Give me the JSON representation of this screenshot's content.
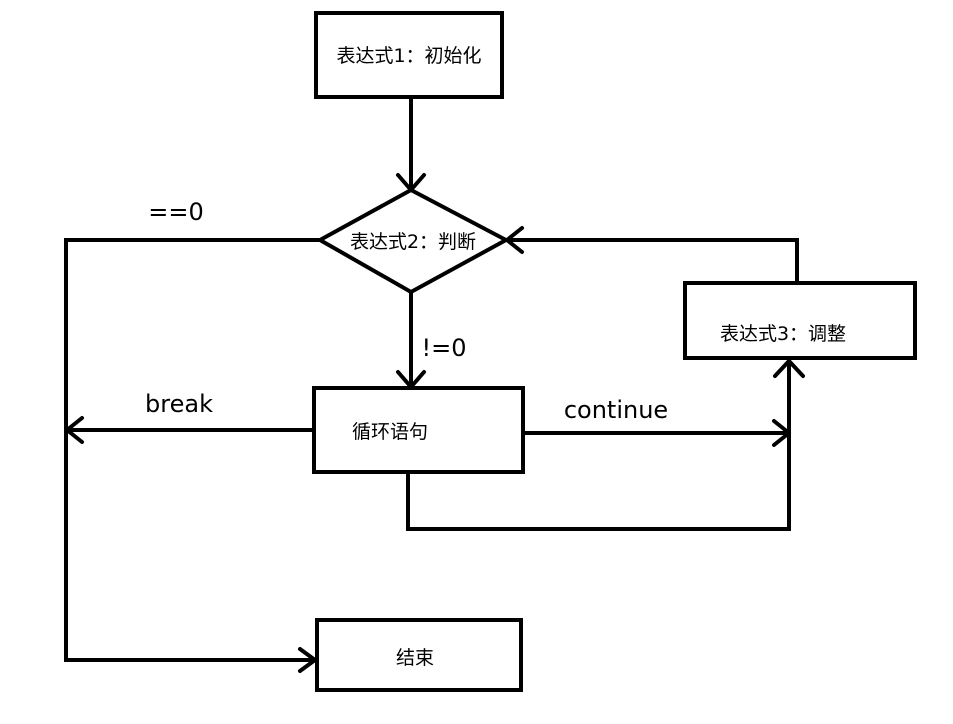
{
  "nodes": {
    "init": "表达式1：初始化",
    "condition": "表达式2：判断",
    "adjust": "表达式3：调整",
    "body": "循环语句",
    "end": "结束"
  },
  "edge_labels": {
    "zero": "==0",
    "nonzero": "!=0",
    "break": "break",
    "continue": "continue"
  },
  "colors": {
    "stroke": "#000000",
    "background": "#ffffff"
  }
}
